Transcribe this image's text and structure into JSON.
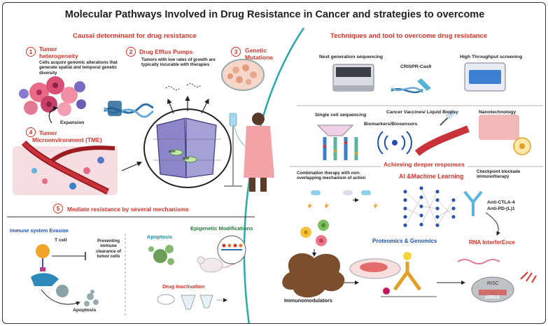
{
  "title": "Molecular Pathways Involved in Drug Resistance in Cancer and strategies to overcome",
  "left_panel": {
    "heading": "Causal determinant for drug resistance",
    "items": [
      {
        "num": "1",
        "title_line1": "Tumor",
        "title_line2": "heterogeneity",
        "desc": "Cells acquire genomic alterations that generate spatial and temporal genetic diversity"
      },
      {
        "num": "2",
        "title": "Drug Efflux Pumps",
        "desc": "Tumors with low rates of growth are typically incurable with therapies"
      },
      {
        "num": "3",
        "title_line1": "Genetic",
        "title_line2": "Mutations"
      },
      {
        "num": "4",
        "title_line1": "Tumor",
        "title_line2": "Microenvironment (TME)"
      },
      {
        "num": "5",
        "title": "Mediate resistance by several mechanisms"
      }
    ],
    "expansion_label": "Expansion",
    "pump_labels": [
      "ADP",
      "ADP"
    ],
    "immune": {
      "heading": "Immune system Evasion",
      "tcell": "T cell",
      "preventing": "Preventing immune clearance of tumor cells",
      "apoptosis": "Apoptosis"
    },
    "apoptosis_heading": "Apoptosis",
    "epigenetic_heading": "Epigenetic Modifications",
    "drug_inactivation": "Drug Inactivation"
  },
  "right_panel": {
    "heading": "Techniques and tool to overcome drug resistance",
    "ngs": "Next generation sequencing",
    "crispr": "CRISPR-Cas9",
    "hts": "High Throughput screening",
    "single_cell": "Single cell sequencing",
    "vaccines": "Cancer Vaccines/ Liquid Biopsy",
    "nano": "Nanotechnology",
    "biomarkers": "Biomarkers/Biosensors",
    "deeper": "Achieving deeper responses",
    "combination": "Combination therapy with non-overlapping mechanism of action",
    "ai": "AI &Machine Learning",
    "checkpoint": "Checkpoint blockade immunotherapy",
    "anti1": "Anti-CTLA-4",
    "anti2": "Anti-PD-(L)1",
    "proteomics": "Proteomics & Genomics",
    "rnai": "RNA InterferEnce",
    "immunomod": "Immunomodulators",
    "risc": "RISC",
    "sirna": "siRNA"
  },
  "colors": {
    "accent_red": "#d8332a",
    "blue": "#1f4fb5",
    "green": "#1e7a36",
    "teal_divider": "#2aa9a6",
    "pump_purple": "#8a86c9"
  }
}
